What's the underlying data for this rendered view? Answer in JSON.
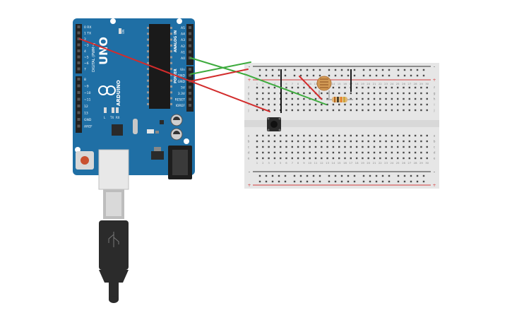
{
  "board": {
    "name": "UNO",
    "brand": "ARDUINO",
    "label_digital": "DIGITAL (PWM~)",
    "label_analog": "ANALOG IN",
    "label_power": "POWER",
    "label_on": "ON",
    "label_l": "L",
    "label_tx": "TX",
    "label_rx": "RX",
    "digital_pins_top": [
      "0 RX",
      "1 TX",
      "2",
      "~3",
      "4",
      "~5",
      "~6",
      "7"
    ],
    "digital_pins_bottom": [
      "8",
      "~9",
      "~10",
      "~11",
      "12",
      "13",
      "GND",
      "AREF"
    ],
    "analog_pins": [
      "A5",
      "A4",
      "A3",
      "A2",
      "A1",
      "A0"
    ],
    "power_pins": [
      "Vin",
      "GND",
      "GND",
      "5V",
      "3.3V",
      "RESET",
      "IOREF"
    ],
    "color_board": "#1f6fa5",
    "color_board_dark": "#155a88"
  },
  "breadboard": {
    "rows": [
      "a",
      "b",
      "c",
      "d",
      "e",
      "f",
      "g",
      "h",
      "i",
      "j"
    ],
    "columns": [
      "1",
      "2",
      "3",
      "4",
      "5",
      "6",
      "7",
      "8",
      "9",
      "10",
      "11",
      "12",
      "13",
      "14",
      "15",
      "16",
      "17",
      "18",
      "19",
      "20",
      "21",
      "22",
      "23",
      "24",
      "25",
      "26",
      "27",
      "28",
      "29",
      "30"
    ],
    "rail_plus": "+",
    "rail_minus": "-",
    "color_body": "#e6e6e6",
    "color_plus": "#d43c3c",
    "color_minus": "#333333"
  },
  "components": [
    {
      "type": "photoresistor",
      "icon": "ldr-icon"
    },
    {
      "type": "resistor",
      "icon": "resistor-icon",
      "bands": [
        "#b5651d",
        "#111111",
        "#e5781f",
        "#c9a227"
      ]
    },
    {
      "type": "pushbutton",
      "icon": "pushbutton-icon"
    },
    {
      "type": "usb-cable",
      "icon": "usb-cable-icon"
    }
  ],
  "wires": [
    {
      "name": "wire-digital2-to-button",
      "color": "#d22c2c"
    },
    {
      "name": "wire-a0-to-resistor",
      "color": "#3eab3e"
    },
    {
      "name": "wire-5v-to-rail",
      "color": "#d22c2c"
    },
    {
      "name": "wire-gnd-to-rail",
      "color": "#3eab3e"
    },
    {
      "name": "wire-ldr-jumper",
      "color": "#d22c2c"
    }
  ]
}
